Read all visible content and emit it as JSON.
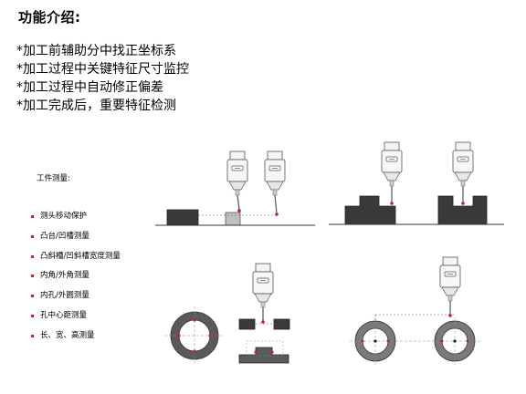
{
  "title": "功能介绍:",
  "features": [
    "*加工前辅助分中找正坐标系",
    "*加工过程中关键特征尺寸监控",
    "*加工过程中自动修正偏差",
    "*加工完成后，重要特征检测"
  ],
  "workpiece_label": "工件测量:",
  "measurements": [
    "测头移动保护",
    "凸台/凹槽测量",
    "凸斜槽/凹斜槽宽度测量",
    "内角/外角测量",
    "内孔/外圆测量",
    "孔中心距测量",
    "长、宽、高测量"
  ],
  "colors": {
    "accent": "#cc1f1f",
    "part_fill": "#3a3a3a",
    "part_light": "#bfbfbf",
    "probe_body": "#f4f4f4"
  }
}
